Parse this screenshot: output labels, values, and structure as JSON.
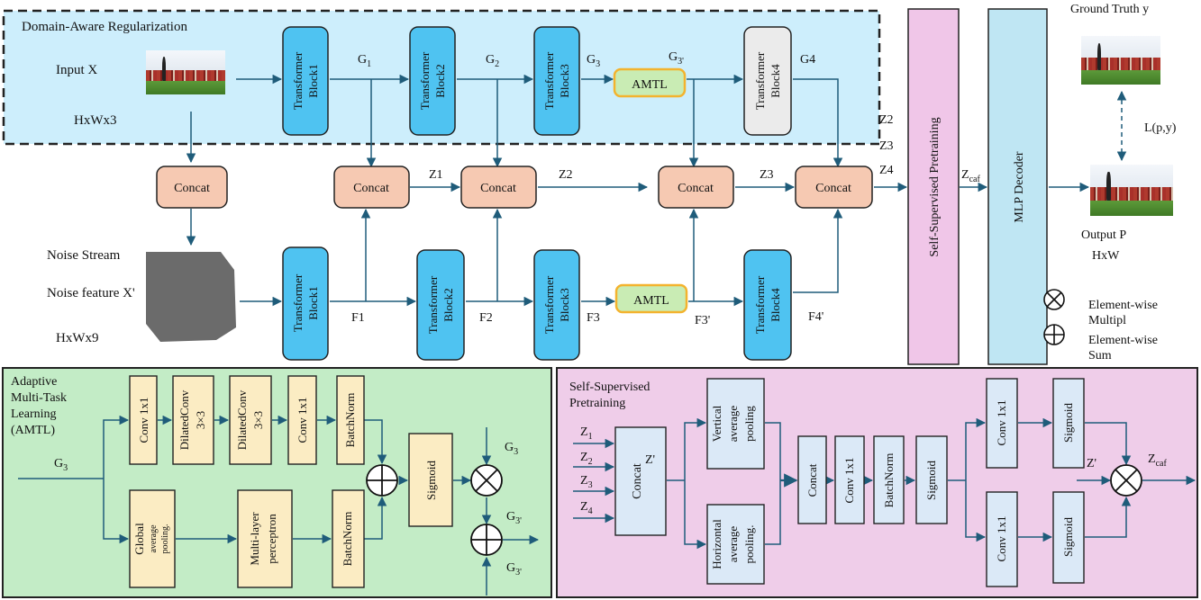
{
  "colors": {
    "top_panel_bg": "#cdeefc",
    "transformer_fill": "#4fc3f1",
    "transformer4_fill": "#ebebeb",
    "concat_fill": "#f6c9b2",
    "amtl_fill": "#c9ecb4",
    "amtl_border": "#f3b32e",
    "ssp_fill": "#f0c6e8",
    "mlp_fill": "#bfe6f3",
    "amtl_panel_bg": "#c3ecc6",
    "ssp_panel_bg": "#efcde9",
    "amtl_block_fill": "#fbecc3",
    "ssp_block_fill": "#dbe9f7",
    "arrow": "#1f5c7a",
    "noise": "#6b6b6b"
  },
  "top": {
    "panel_title": "Domain-Aware Regularization",
    "input_label": "Input X",
    "input_dims": "HxWx3",
    "noise_stream": "Noise Stream",
    "noise_feature": "Noise feature X'",
    "noise_dims": "HxWx9",
    "transformer_labels": [
      "Transformer",
      "Block1",
      "Block2",
      "Block3",
      "Block4"
    ],
    "concat_label": "Concat",
    "amtl_label": "AMTL",
    "g_labels": {
      "g1": "G",
      "g1_sub": "1",
      "g2": "G",
      "g2_sub": "2",
      "g3": "G",
      "g3_sub": "3",
      "g3p": "G",
      "g3p_sub": "3'",
      "g4": "G4"
    },
    "f_labels": {
      "f1": "F1",
      "f2": "F2",
      "f3": "F3",
      "f3p": "F3'",
      "f4p": "F4'"
    },
    "z_labels": {
      "z1": "Z1",
      "z2": "Z2",
      "z3": "Z3",
      "z4": "Z4"
    },
    "z_stack": [
      "Z2",
      "Z3",
      "Z4"
    ],
    "ssp_label": "Self-Supervised Pretraining",
    "zcaf": "Z",
    "zcaf_sub": "caf",
    "mlp_label": "MLP Decoder",
    "ground_truth": "Ground Truth y",
    "loss": "L(p,y)",
    "output": "Output P",
    "output_dims": "HxW",
    "legend_mult": [
      "Element-wise",
      "Multipl"
    ],
    "legend_sum": [
      "Element-wise",
      "Sum"
    ]
  },
  "amtl_panel": {
    "title": [
      "Adaptive",
      "Multi-Task",
      "Learning",
      "(AMTL)"
    ],
    "input": "G",
    "input_sub": "3",
    "blocks": {
      "conv1": "Conv 1x1",
      "dil1": [
        "DilatedConv",
        "3×3"
      ],
      "dil2": [
        "DilatedConv",
        "3×3"
      ],
      "conv2": "Conv 1x1",
      "bn1": "BatchNorm",
      "gap": [
        "Global",
        "average",
        "pooling."
      ],
      "mlp": [
        "Multi-layer",
        "perceptron"
      ],
      "bn2": "BatchNorm",
      "sigmoid": "Sigmoid"
    },
    "g3_in": "G",
    "g3_in_sub": "3",
    "g3p_out": "G",
    "g3p_out_sub": "3'",
    "g3p_in": "G",
    "g3p_in_sub": "3'"
  },
  "ssp_panel": {
    "title": [
      "Self-Supervised",
      "Pretraining"
    ],
    "z_inputs": [
      {
        "z": "Z",
        "sub": "1"
      },
      {
        "z": "Z",
        "sub": "2"
      },
      {
        "z": "Z",
        "sub": "3"
      },
      {
        "z": "Z",
        "sub": "4"
      }
    ],
    "concat1": "Concat",
    "zprime": "Z'",
    "vap": [
      "Vertical",
      "average",
      "pooling"
    ],
    "hap": [
      "Horizontal",
      "average",
      "pooling."
    ],
    "concat2": "Concat",
    "conv": "Conv 1x1",
    "bn": "BatchNorm",
    "sigmoid": "Sigmoid",
    "conv_top": "Conv 1x1",
    "sig_top": "Sigmoid",
    "conv_bot": "Conv 1x1",
    "sig_bot": "Sigmoid",
    "zprime2": "Z'",
    "zcaf": "Z",
    "zcaf_sub": "caf"
  }
}
